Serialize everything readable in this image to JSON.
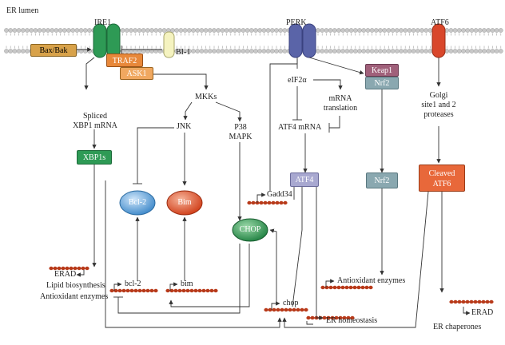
{
  "title": "ER lumen",
  "receptors": {
    "ire1": "IRE1",
    "perk": "PERK",
    "atf6": "ATF6",
    "bi1": "BI-1"
  },
  "boxes": {
    "bax_bak": "Bax/Bak",
    "traf2": "TRAF2",
    "ask1": "ASK1",
    "keap1": "Keap1",
    "nrf2_top": "Nrf2",
    "xbp1s": "XBP1s",
    "atf4": "ATF4",
    "nrf2_mid": "Nrf2",
    "cleaved_atf6_1": "Cleaved",
    "cleaved_atf6_2": "ATF6"
  },
  "ovals": {
    "bcl2": "Bcl-2",
    "bim": "Bim",
    "chop": "CHOP"
  },
  "labels": {
    "mkks": "MKKs",
    "spliced_1": "Spliced",
    "spliced_2": "XBP1 mRNA",
    "jnk": "JNK",
    "p38_1": "P38",
    "p38_2": "MAPK",
    "eif2a": "eIF2α",
    "mrna_1": "mRNA",
    "mrna_2": "translation",
    "atf4_mrna": "ATF4 mRNA",
    "golgi_1": "Golgi",
    "golgi_2": "site1 and 2",
    "golgi_3": "proteases",
    "gadd34": "Gadd34",
    "erad_left": "ERAD",
    "lipid": "Lipid biosynthesis",
    "antiox_left": "Antioxidant enzymes",
    "bcl2_gene": "bcl-2",
    "bim_gene": "bim",
    "chop_gene": "chop",
    "er_homeo": "ER homeostasis",
    "antiox_right": "Antioxidant enzymes",
    "erad_right": "ERAD",
    "er_chaperones": "ER chaperones"
  },
  "colors": {
    "ire1": "#2e9a55",
    "perk": "#5a64a8",
    "atf6": "#d9472b",
    "bax_bak": "#d8a24a",
    "traf2": "#e8883a",
    "ask1": "#f0a860",
    "keap1": "#a0607a",
    "nrf2": "#8aa8b0",
    "xbp1s": "#2e9a55",
    "atf4": "#a8a8d0",
    "cleaved_atf6": "#e8683a",
    "bcl2": "#5aa0d8",
    "bim": "#e0552e",
    "chop": "#3aa060",
    "dna": "#b83a1a",
    "membrane": "#a0a0a0"
  }
}
